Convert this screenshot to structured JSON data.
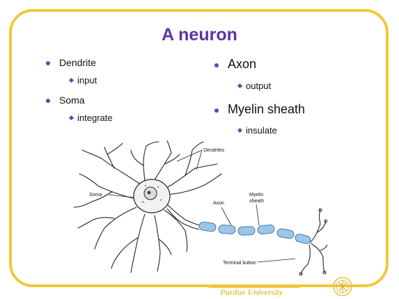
{
  "slide": {
    "title": "A neuron",
    "left_bullets": [
      {
        "label": "Dendrite",
        "sub": "input"
      },
      {
        "label": "Soma",
        "sub": "integrate"
      }
    ],
    "right_bullets": [
      {
        "label": "Axon",
        "sub": "output"
      },
      {
        "label": "Myelin sheath",
        "sub": "insulate"
      }
    ],
    "footer": "Purdue University"
  },
  "figure": {
    "labels": {
      "dendrites": "Dendrites",
      "soma": "Soma",
      "axon": "Axon",
      "myelin_line1": "Myelin",
      "myelin_line2": "sheath",
      "terminal": "Terminal button"
    }
  },
  "colors": {
    "frame": "#f1c83a",
    "title": "#5a35a6",
    "bullet": "#6b3fb3",
    "myelin": "#9cc6e8"
  }
}
